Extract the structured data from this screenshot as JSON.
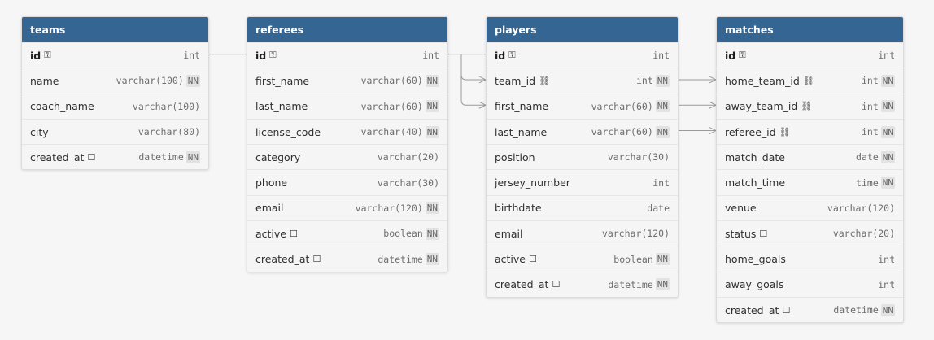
{
  "tables": [
    {
      "name": "teams",
      "columns": [
        {
          "name": "id",
          "type": "int",
          "nn": false,
          "pk": true,
          "icon": "key-icon"
        },
        {
          "name": "name",
          "type": "varchar(100)",
          "nn": true
        },
        {
          "name": "coach_name",
          "type": "varchar(100)",
          "nn": false
        },
        {
          "name": "city",
          "type": "varchar(80)",
          "nn": false
        },
        {
          "name": "created_at",
          "type": "datetime",
          "nn": true,
          "icon": "note-icon"
        }
      ]
    },
    {
      "name": "referees",
      "columns": [
        {
          "name": "id",
          "type": "int",
          "nn": false,
          "pk": true,
          "icon": "key-icon"
        },
        {
          "name": "first_name",
          "type": "varchar(60)",
          "nn": true
        },
        {
          "name": "last_name",
          "type": "varchar(60)",
          "nn": true
        },
        {
          "name": "license_code",
          "type": "varchar(40)",
          "nn": true
        },
        {
          "name": "category",
          "type": "varchar(20)",
          "nn": false
        },
        {
          "name": "phone",
          "type": "varchar(30)",
          "nn": false
        },
        {
          "name": "email",
          "type": "varchar(120)",
          "nn": true
        },
        {
          "name": "active",
          "type": "boolean",
          "nn": true,
          "icon": "note-icon"
        },
        {
          "name": "created_at",
          "type": "datetime",
          "nn": true,
          "icon": "note-icon"
        }
      ]
    },
    {
      "name": "players",
      "columns": [
        {
          "name": "id",
          "type": "int",
          "nn": false,
          "pk": true,
          "icon": "key-icon"
        },
        {
          "name": "team_id",
          "type": "int",
          "nn": true,
          "icon": "link-icon"
        },
        {
          "name": "first_name",
          "type": "varchar(60)",
          "nn": true
        },
        {
          "name": "last_name",
          "type": "varchar(60)",
          "nn": true
        },
        {
          "name": "position",
          "type": "varchar(30)",
          "nn": false
        },
        {
          "name": "jersey_number",
          "type": "int",
          "nn": false
        },
        {
          "name": "birthdate",
          "type": "date",
          "nn": false
        },
        {
          "name": "email",
          "type": "varchar(120)",
          "nn": false
        },
        {
          "name": "active",
          "type": "boolean",
          "nn": true,
          "icon": "note-icon"
        },
        {
          "name": "created_at",
          "type": "datetime",
          "nn": true,
          "icon": "note-icon"
        }
      ]
    },
    {
      "name": "matches",
      "columns": [
        {
          "name": "id",
          "type": "int",
          "nn": false,
          "pk": true,
          "icon": "key-icon"
        },
        {
          "name": "home_team_id",
          "type": "int",
          "nn": true,
          "icon": "link-icon"
        },
        {
          "name": "away_team_id",
          "type": "int",
          "nn": true,
          "icon": "link-icon"
        },
        {
          "name": "referee_id",
          "type": "int",
          "nn": true,
          "icon": "link-icon"
        },
        {
          "name": "match_date",
          "type": "date",
          "nn": true
        },
        {
          "name": "match_time",
          "type": "time",
          "nn": true
        },
        {
          "name": "venue",
          "type": "varchar(120)",
          "nn": false
        },
        {
          "name": "status",
          "type": "varchar(20)",
          "nn": false,
          "icon": "note-icon"
        },
        {
          "name": "home_goals",
          "type": "int",
          "nn": false
        },
        {
          "name": "away_goals",
          "type": "int",
          "nn": false
        },
        {
          "name": "created_at",
          "type": "datetime",
          "nn": true,
          "icon": "note-icon"
        }
      ]
    }
  ],
  "nn_label": "NN",
  "colors": {
    "header_bg": "#356593",
    "header_text": "#ffffff",
    "body_bg": "#f5f5f5",
    "type_text": "#6d6d6d",
    "connector": "#9a9a9a"
  }
}
